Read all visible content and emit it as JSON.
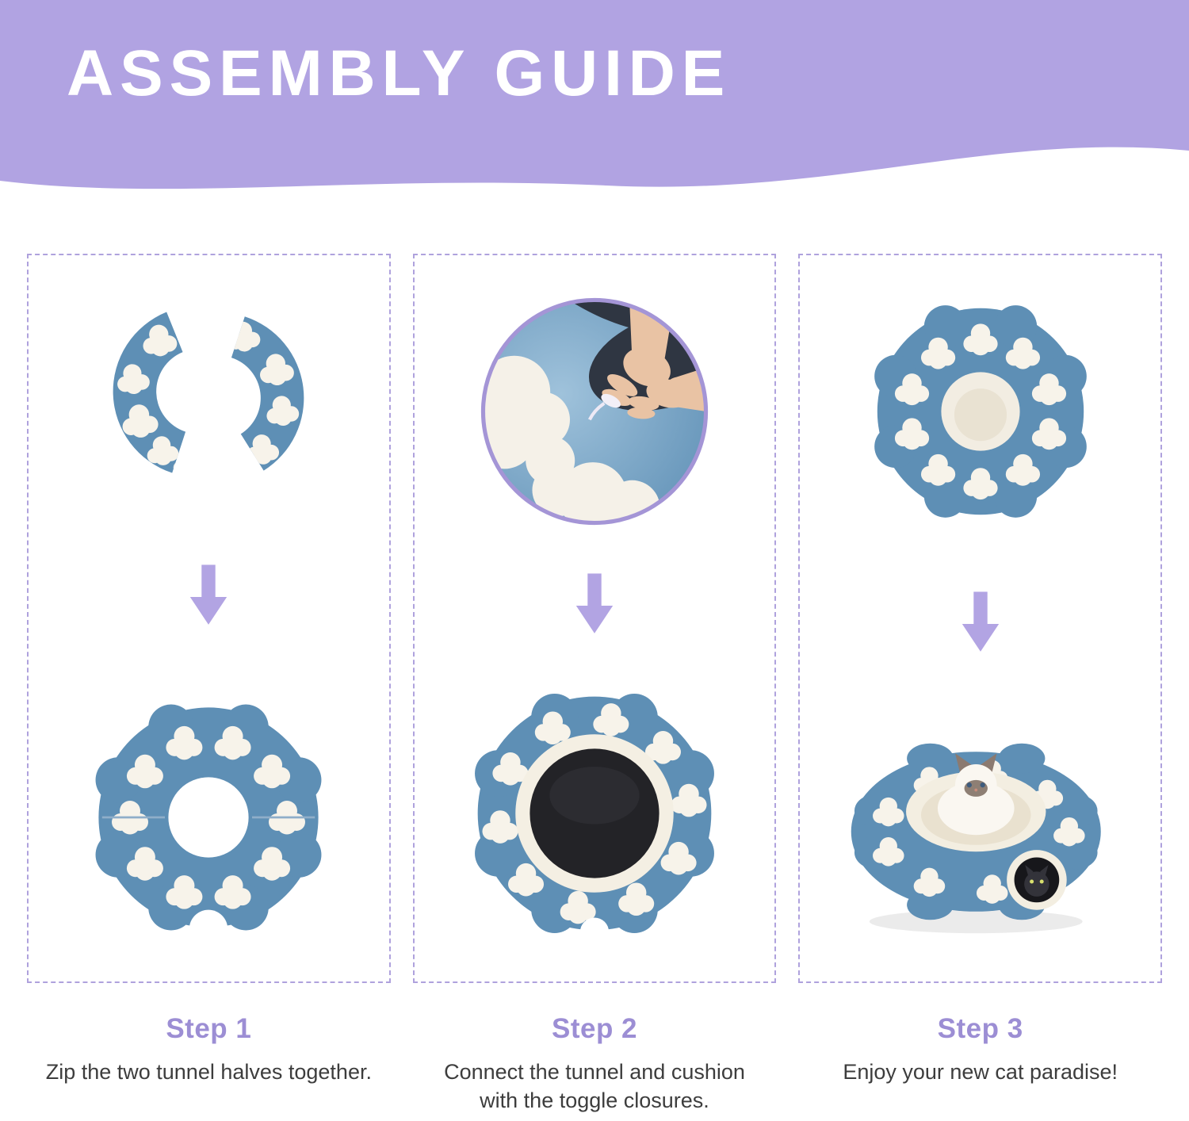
{
  "header": {
    "title": "ASSEMBLY GUIDE"
  },
  "colors": {
    "header_purple": "#B1A3E2",
    "accent_purple": "#9C8ED4",
    "dashed_border": "#AFA2DD",
    "arrow_purple": "#B2A4E3",
    "product_blue": "#5E8FB5",
    "cloud_white": "#F7F3EA",
    "cushion_black": "#232327",
    "text_dark": "#3D3D3D"
  },
  "steps": [
    {
      "label": "Step 1",
      "description": "Zip the two tunnel halves together."
    },
    {
      "label": "Step 2",
      "description": "Connect the tunnel and cushion with the toggle closures."
    },
    {
      "label": "Step 3",
      "description": "Enjoy your new cat paradise!"
    }
  ],
  "illustrations": [
    {
      "top": "two-tunnel-halves",
      "bottom": "assembled-tunnel-ring",
      "arrow_icon": "arrow-down"
    },
    {
      "top": "toggle-closure-closeup-photo",
      "bottom": "tunnel-with-black-cushion",
      "arrow_icon": "arrow-down"
    },
    {
      "top": "assembled-bed-top-view",
      "bottom": "finished-bed-with-cats",
      "arrow_icon": "arrow-down"
    }
  ]
}
